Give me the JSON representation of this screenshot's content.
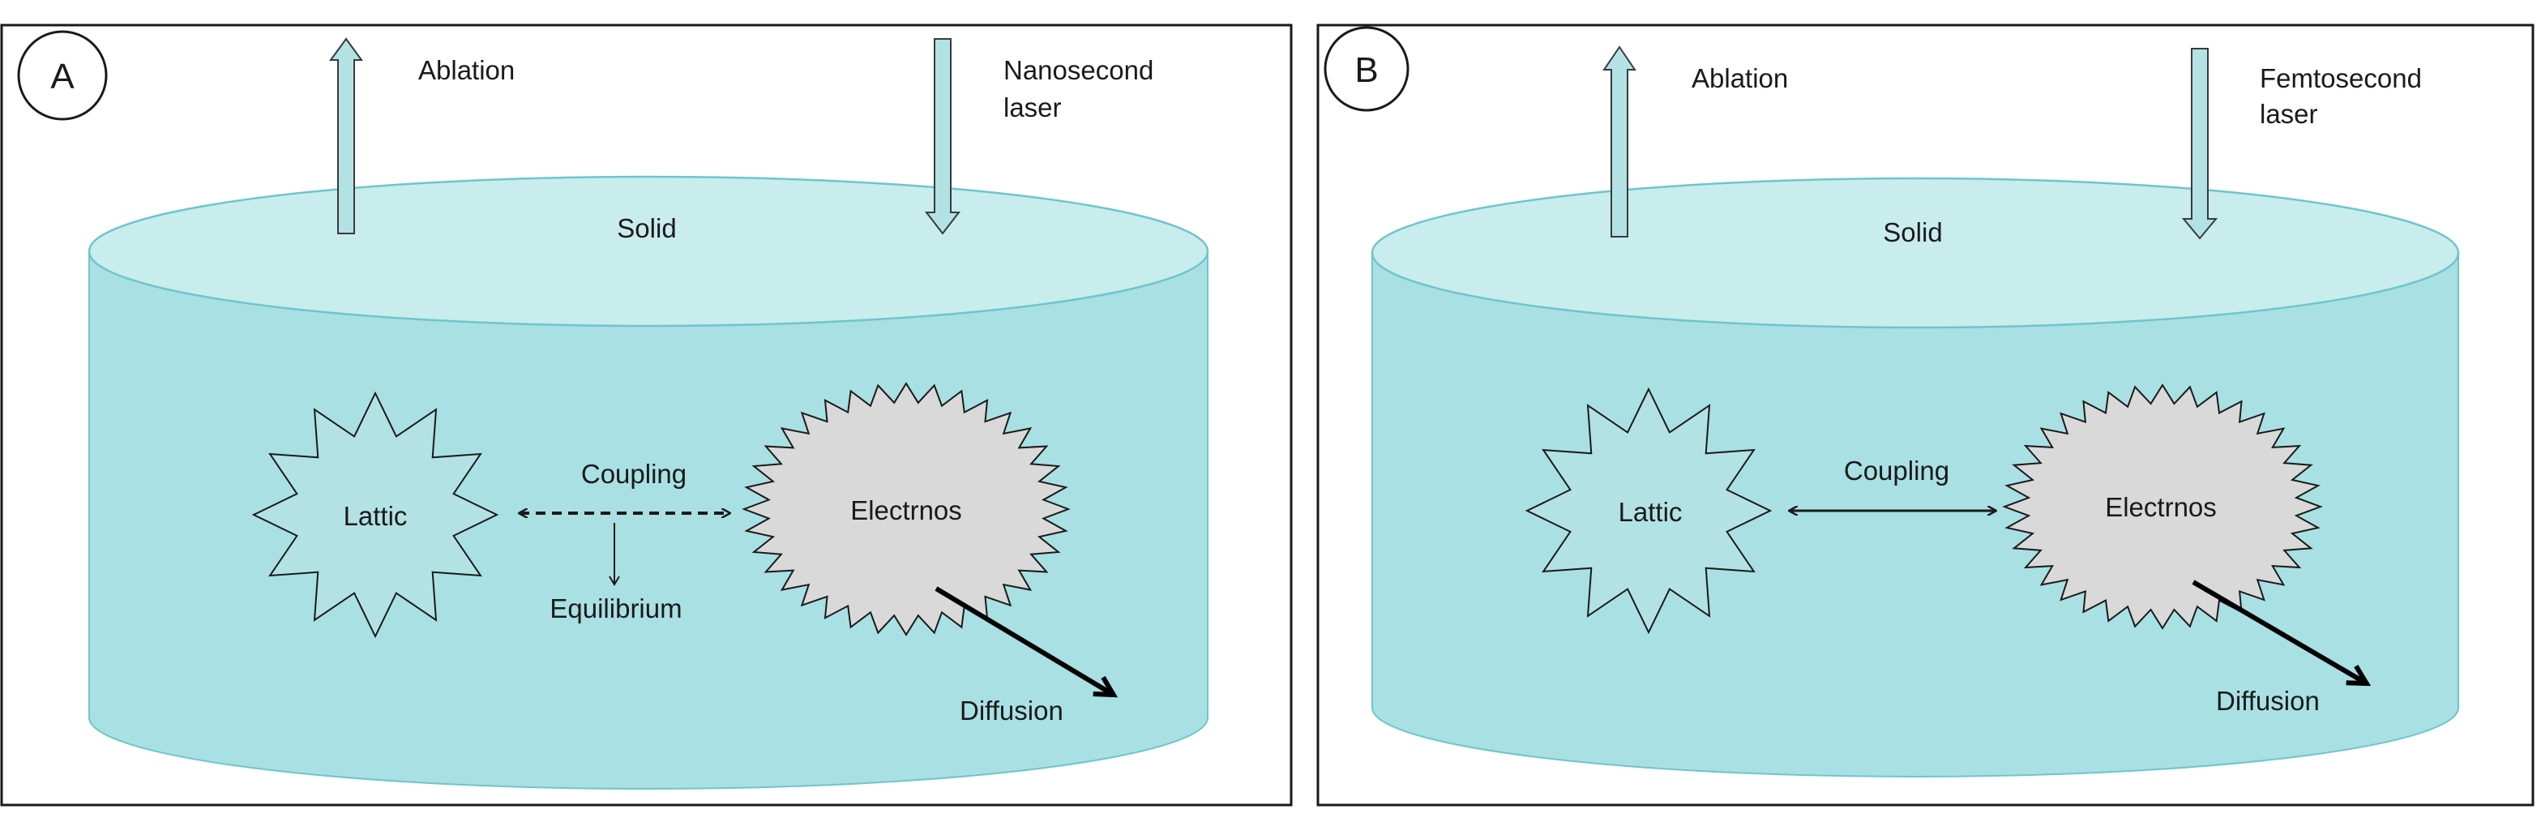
{
  "colors": {
    "cylinder_body": "#a9e0e3",
    "cylinder_top": "#c9eced",
    "cylinder_edge": "#6cc6cc",
    "arrow_fill": "#b3e2e4",
    "arrow_stroke": "#3a3a3a",
    "electron_fill": "#d9d9d9",
    "frame": "#1a1a1a"
  },
  "panels": [
    {
      "letter": "A",
      "ablation_label": "Ablation",
      "laser_label_line1": "Nanosecond",
      "laser_label_line2": "laser",
      "solid_label": "Solid",
      "lattice_label": "Lattic",
      "electrons_label": "Electrnos",
      "coupling_label": "Coupling",
      "coupling_style": "dashed",
      "equilibrium_label": "Equilibrium",
      "diffusion_label": "Diffusion"
    },
    {
      "letter": "B",
      "ablation_label": "Ablation",
      "laser_label_line1": "Femtosecond",
      "laser_label_line2": "laser",
      "solid_label": "Solid",
      "lattice_label": "Lattic",
      "electrons_label": "Electrnos",
      "coupling_label": "Coupling",
      "coupling_style": "solid",
      "diffusion_label": "Diffusion"
    }
  ]
}
